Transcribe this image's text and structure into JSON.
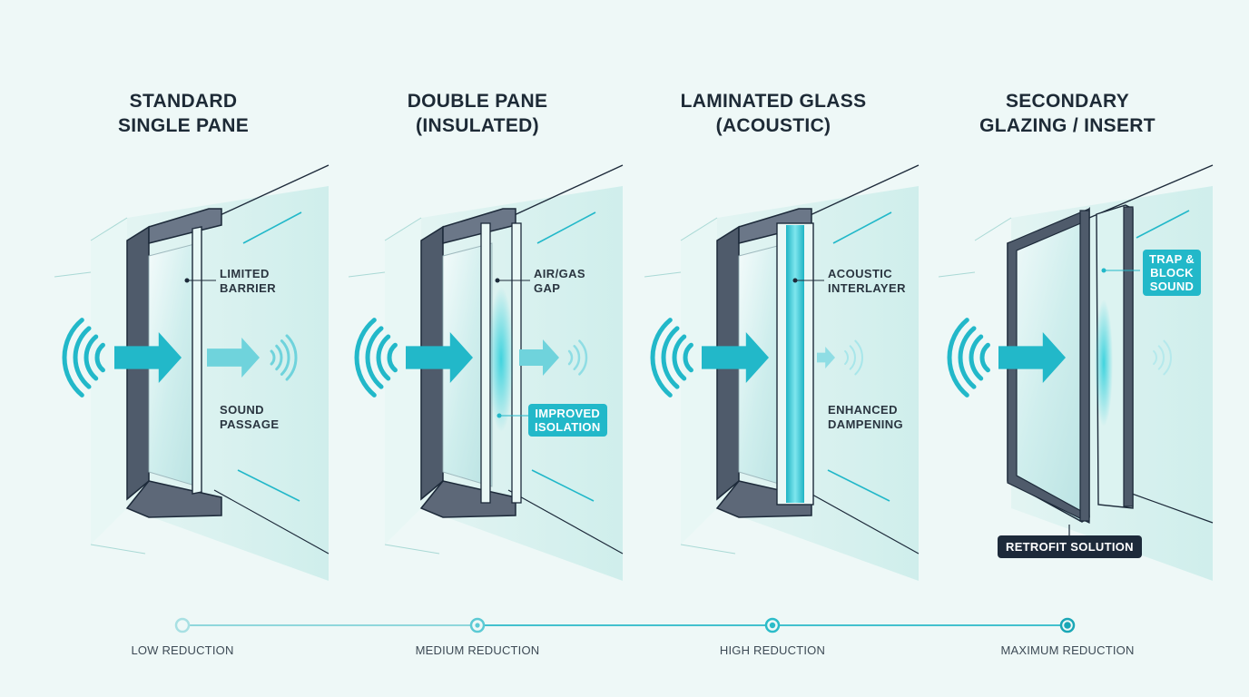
{
  "colors": {
    "accent": "#22b8c9",
    "frame": "#4f5b6b",
    "dark": "#1d2a3a",
    "glass": "#d8f0ee",
    "background": "#eef8f7"
  },
  "panels": [
    {
      "title_line1": "STANDARD",
      "title_line2": "SINGLE PANE",
      "label_top_line1": "LIMITED",
      "label_top_line2": "BARRIER",
      "label_bottom_line1": "SOUND",
      "label_bottom_line2": "PASSAGE"
    },
    {
      "title_line1": "DOUBLE PANE",
      "title_line2": "(INSULATED)",
      "label_top_line1": "AIR/GAS",
      "label_top_line2": "GAP",
      "badge_line1": "IMPROVED",
      "badge_line2": "ISOLATION"
    },
    {
      "title_line1": "LAMINATED GLASS",
      "title_line2": "(ACOUSTIC)",
      "label_top_line1": "ACOUSTIC",
      "label_top_line2": "INTERLAYER",
      "label_bottom_line1": "ENHANCED",
      "label_bottom_line2": "DAMPENING"
    },
    {
      "title_line1": "SECONDARY",
      "title_line2": "GLAZING / INSERT",
      "badge_line1": "TRAP &",
      "badge_line2": "BLOCK",
      "badge_line3": "SOUND",
      "badge_bottom": "RETROFIT SOLUTION"
    }
  ],
  "timeline": {
    "labels": [
      "LOW REDUCTION",
      "MEDIUM REDUCTION",
      "HIGH REDUCTION",
      "MAXIMUM REDUCTION"
    ]
  }
}
